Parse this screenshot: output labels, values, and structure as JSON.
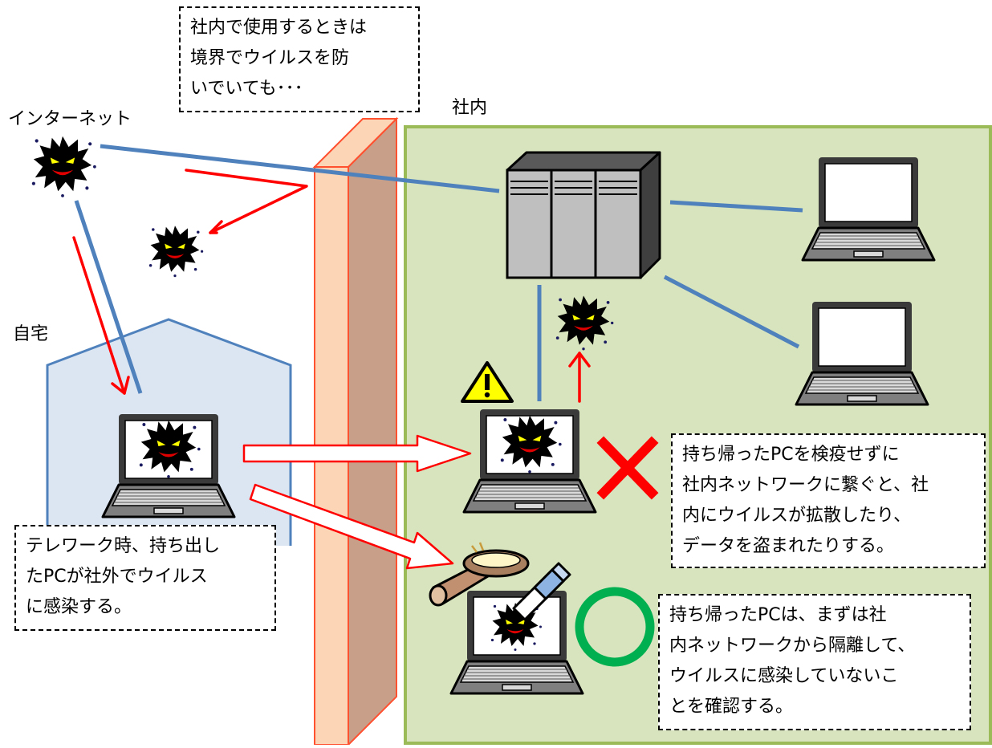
{
  "labels": {
    "internet": "インターネット",
    "office": "社内",
    "home": "自宅"
  },
  "notes": {
    "boundary": [
      "社内で使用するときは",
      "境界でウイルスを防",
      "いでいても･･･"
    ],
    "telework": [
      "テレワーク時、持ち出し",
      "たPCが社外でウイルス",
      "に感染する。"
    ],
    "bad": [
      "持ち帰ったPCを検疫せずに",
      "社内ネットワークに繋ぐと、社",
      "内にウイルスが拡散したり、",
      "データを盗まれたりする。"
    ],
    "good": [
      "持ち帰ったPCは、まずは社",
      "内ネットワークから隔離して、",
      "ウイルスに感染していないこ",
      "とを確認する。"
    ]
  },
  "icons": [
    "virus-icon",
    "server-icon",
    "laptop-icon",
    "warning-icon",
    "cross-mark-icon",
    "circle-mark-icon",
    "magnifier-icon",
    "eraser-icon"
  ],
  "colors": {
    "office_bg": "#d7e4bd",
    "office_border": "#9bbb59",
    "home_bg": "#dce6f2",
    "home_border": "#4f81bd",
    "firewall_front": "#fbd5b5",
    "firewall_side": "#c8a08a",
    "line_blue": "#4f81bd",
    "arrow_red": "#ff0000",
    "ok_green": "#00b050"
  }
}
